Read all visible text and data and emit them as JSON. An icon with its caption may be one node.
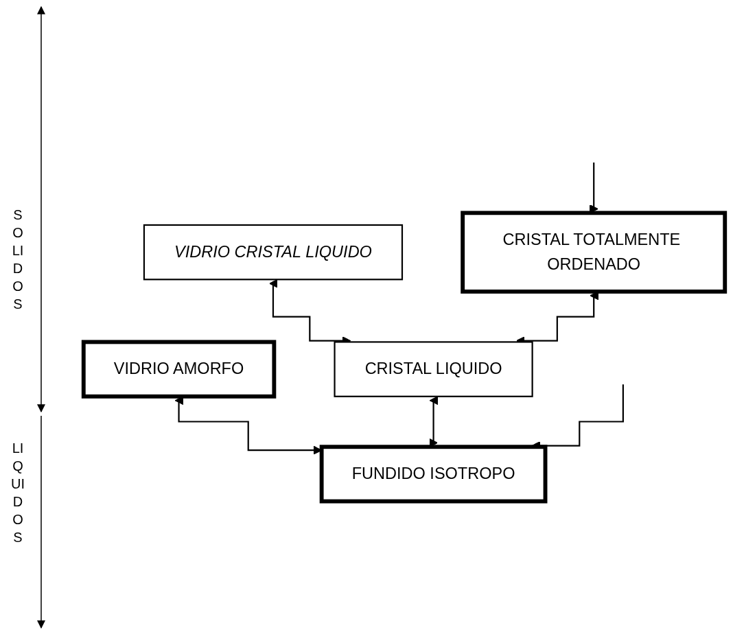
{
  "diagram": {
    "nodes": [
      {
        "text": [
          "VIDRIO AMORFO"
        ]
      },
      {
        "text": [
          "VIDRIO CRISTAL LIQUIDO"
        ]
      },
      {
        "text": [
          "CRISTAL TOTALMENTE ORDENADO"
        ]
      },
      {
        "text": [
          "CRISTAL LIQUIDO"
        ]
      },
      {
        "text": [
          "FUNDIDO ISOTROPO"
        ]
      }
    ],
    "edges": [
      {
        "from": 0,
        "to": 4,
        "arrow": "both"
      },
      {
        "from": 1,
        "to": 3,
        "arrow": "both"
      },
      {
        "from": 2,
        "to": 3,
        "arrow": "both"
      },
      {
        "from": 3,
        "to": 4,
        "arrow": "both"
      },
      {
        "from": null,
        "to": 2,
        "arrow": "to"
      },
      {
        "from": null,
        "to": 4,
        "arrow": "to"
      }
    ],
    "labels": [
      "SOLIDOS",
      "LIQUIDOS"
    ]
  }
}
